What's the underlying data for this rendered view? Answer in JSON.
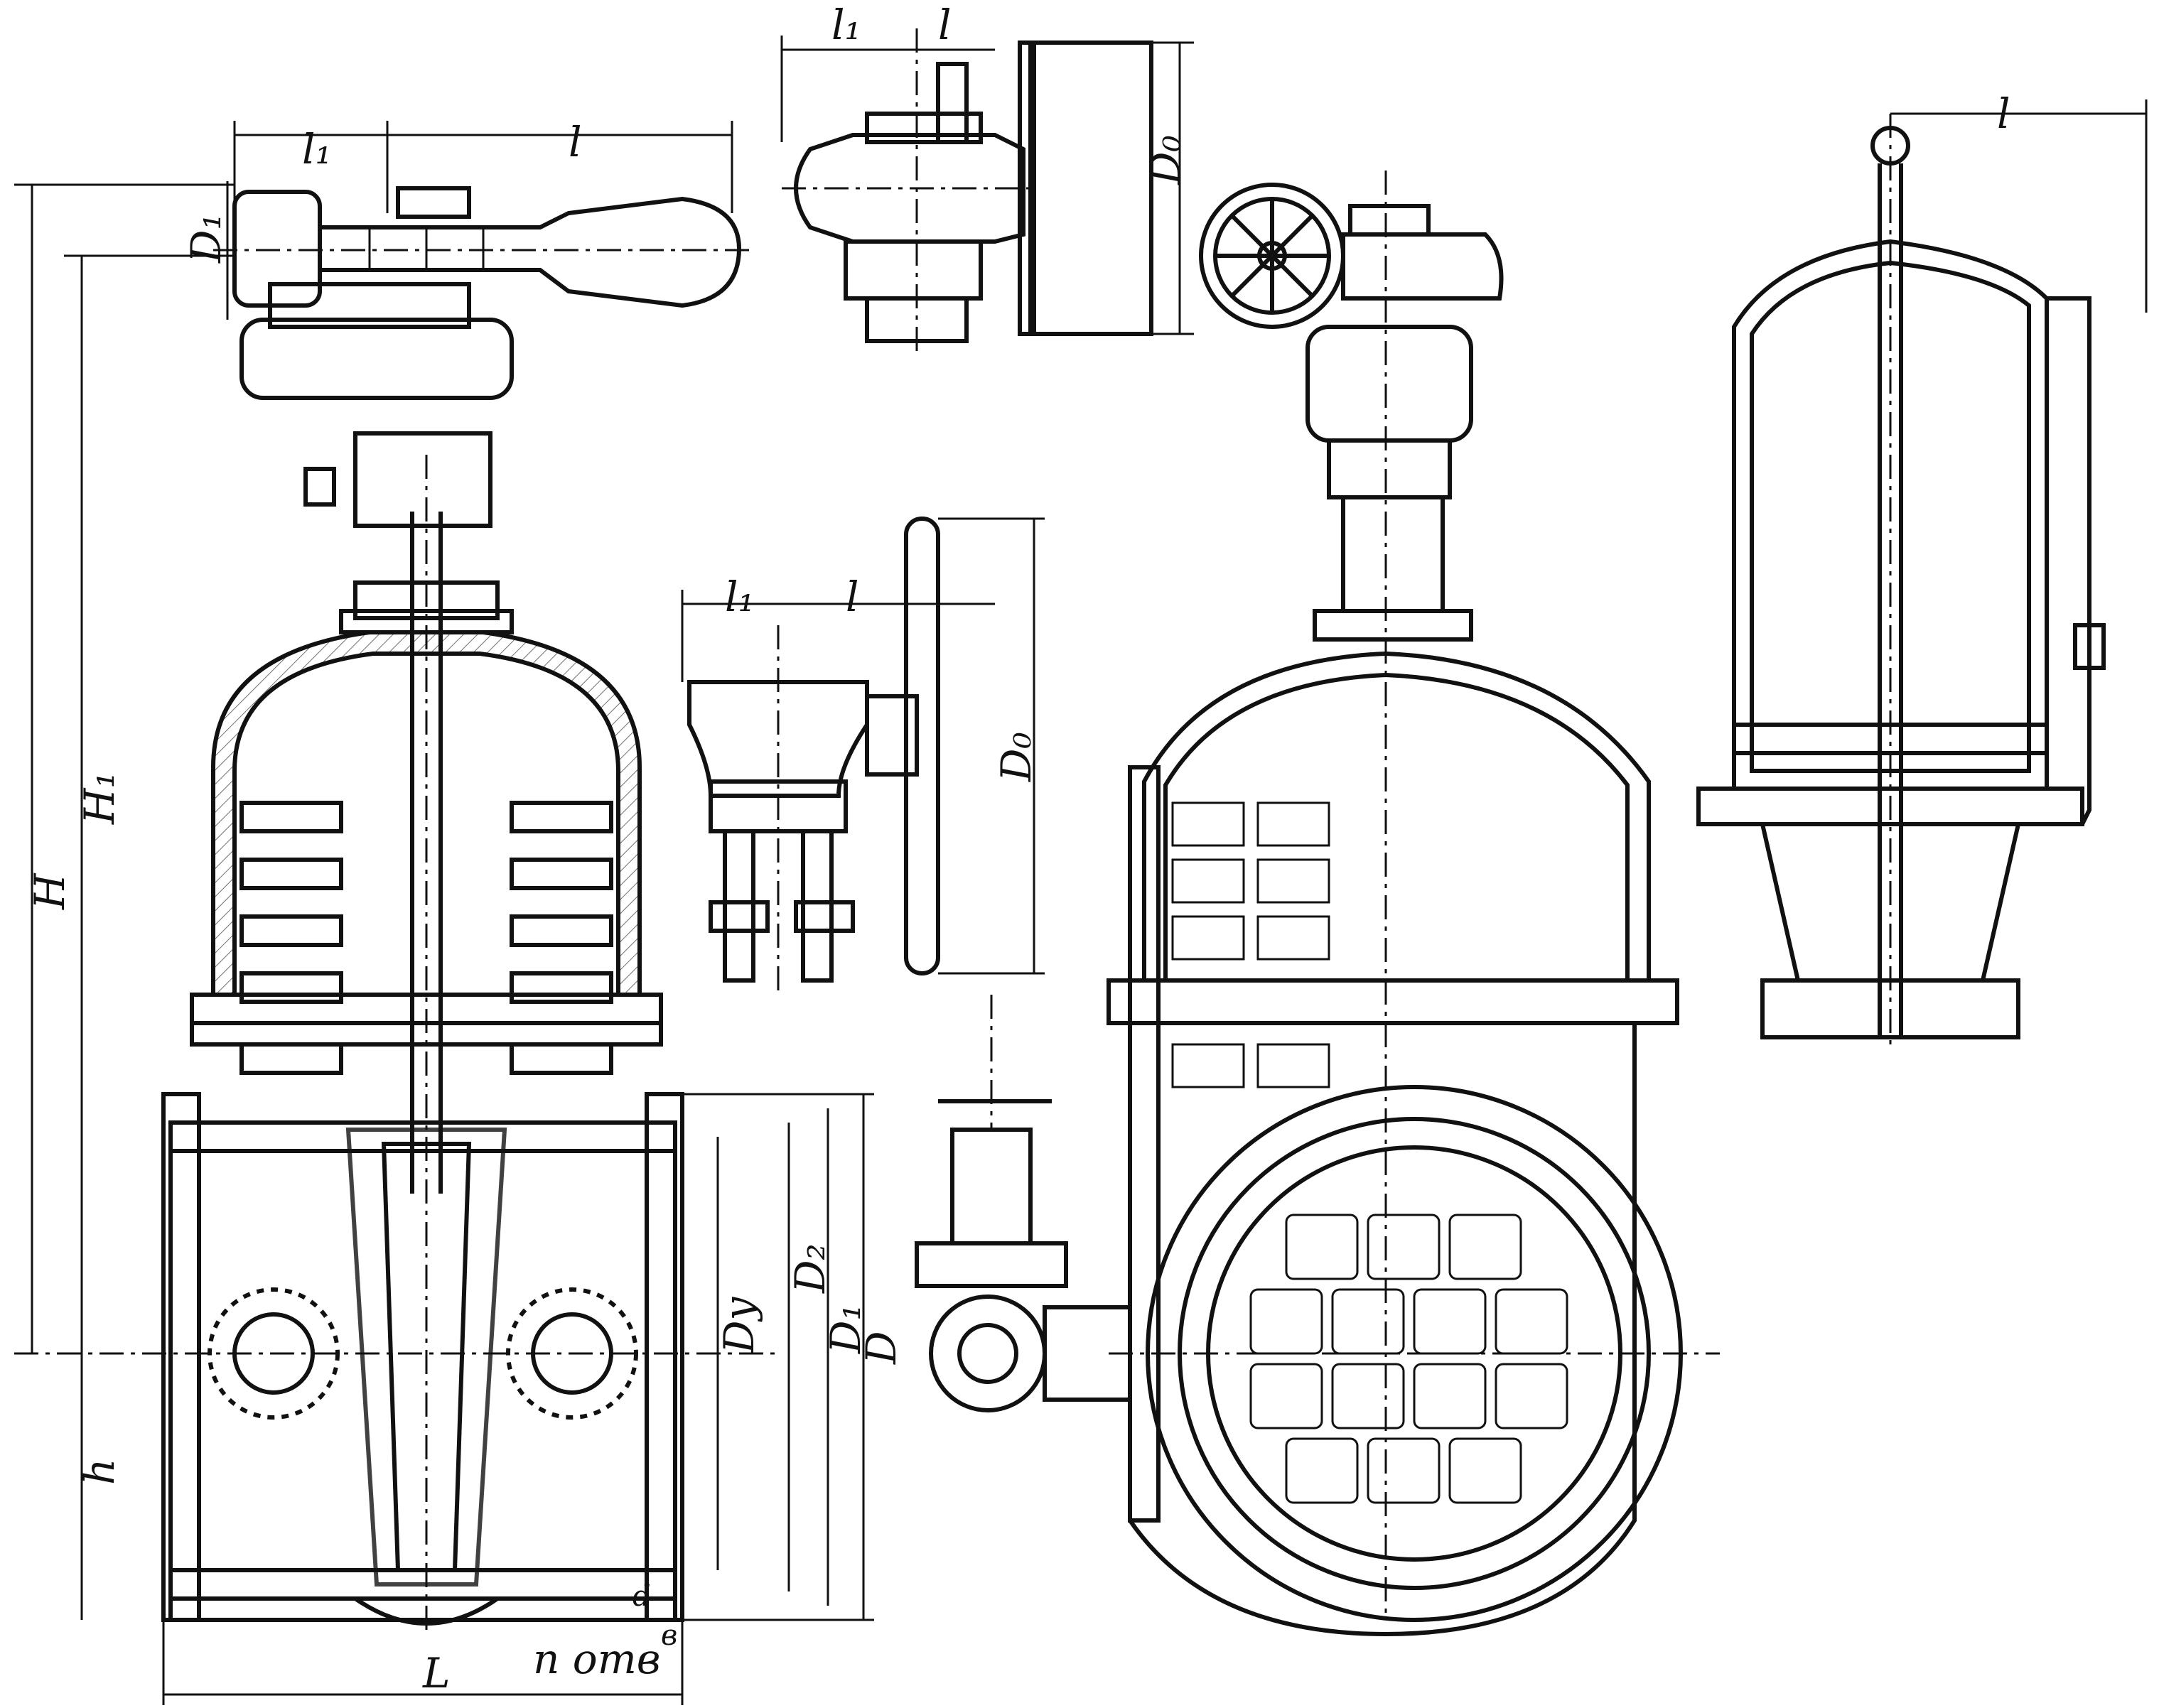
{
  "labels": {
    "H": "H",
    "H1": "H₁",
    "h": "h",
    "l": "l",
    "l1": "l₁",
    "D1_small": "D₁",
    "D0": "D₀",
    "Dy": "Dу",
    "D2": "D₂",
    "D1": "D₁",
    "D": "D",
    "n_otv": "n отв",
    "b": "в",
    "d": "d",
    "L": "L"
  }
}
